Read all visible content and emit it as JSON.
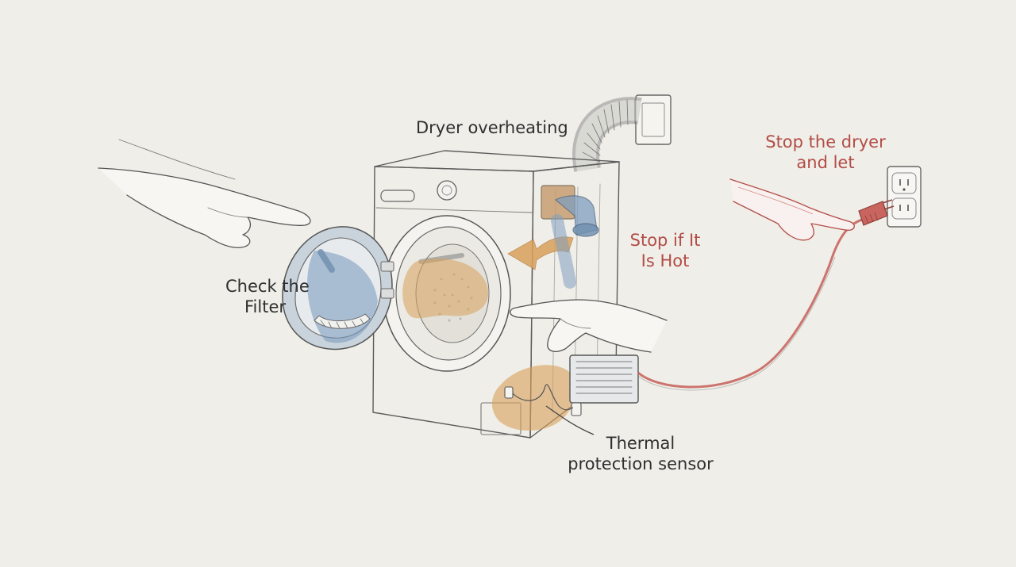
{
  "labels": {
    "dryer_overheating": "Dryer overheating",
    "check_filter": [
      "Check the",
      "Filter"
    ],
    "stop_if_hot": [
      "Stop if It",
      "Is Hot"
    ],
    "stop_dryer": [
      "Stop the dryer",
      "and let"
    ],
    "thermal_sensor": [
      "Thermal",
      "protection sensor"
    ]
  },
  "colors": {
    "background": "#efeee8",
    "accent_orange": "#d9a05a",
    "accent_blue": "#7f9fc0",
    "warning_red": "#b34c46",
    "ink": "#2f2f2f"
  },
  "icons": {
    "dryer": "front-load-dryer-icon",
    "vent_duct": "vent-duct-icon",
    "wall_outlet": "wall-outlet-icon",
    "plug": "power-plug-icon",
    "lint_filter": "lint-filter-icon",
    "sensor": "thermal-sensor-icon",
    "airflow_arrow": "airflow-arrow-icon"
  }
}
